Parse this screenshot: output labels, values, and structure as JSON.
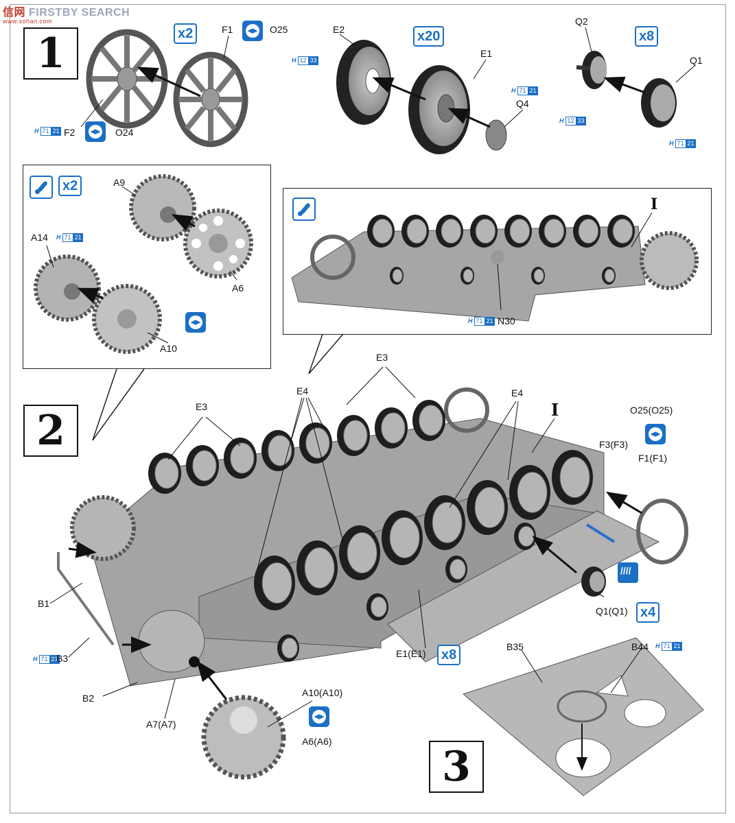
{
  "watermark": {
    "site": "FIRSTBY SEARCH",
    "cn": "信网",
    "url": "www.sohan.com"
  },
  "steps": {
    "s1": "1",
    "s2": "2",
    "s3": "3"
  },
  "labels": {
    "F1": "F1",
    "O25": "O25",
    "F2": "F2",
    "O24": "O24",
    "E2": "E2",
    "E1": "E1",
    "Q4": "Q4",
    "Q2": "Q2",
    "Q1": "Q1",
    "A9": "A9",
    "A14": "A14",
    "A6": "A6",
    "A10": "A10",
    "I_callout": "I",
    "N30": "N30",
    "E3a": "E3",
    "E3b": "E3",
    "E4a": "E4",
    "E4b": "E4",
    "I_main": "I",
    "O25p": "O25(O25)",
    "F3p": "F3(F3)",
    "F1p": "F1(F1)",
    "B1": "B1",
    "B3": "B3",
    "B2": "B2",
    "A7p": "A7(A7)",
    "A10p": "A10(A10)",
    "A6p": "A6(A6)",
    "Q1p": "Q1(Q1)",
    "E1p": "E1(E1)",
    "B35": "B35",
    "B44": "B44"
  },
  "multipliers": {
    "m1": "x2",
    "m2": "x20",
    "m3": "x8",
    "m4": "x2",
    "m5": "x4",
    "m6": "x8"
  },
  "paint_chips": {
    "c1": {
      "h": "H",
      "a": "71",
      "b": "21"
    },
    "c2": {
      "h": "H",
      "a": "12",
      "b": "33"
    },
    "c3": {
      "h": "H",
      "a": "71",
      "b": "21"
    },
    "c4": {
      "h": "H",
      "a": "12",
      "b": "33"
    },
    "c5": {
      "h": "H",
      "a": "71",
      "b": "21"
    },
    "c6": {
      "h": "H",
      "a": "71",
      "b": "21"
    },
    "c7": {
      "h": "H",
      "a": "71",
      "b": "21"
    },
    "c8": {
      "h": "H",
      "a": "71",
      "b": "21"
    },
    "c9": {
      "h": "H",
      "a": "71",
      "b": "21"
    }
  },
  "icons": [
    "symmetric-assembly-icon",
    "paint-brush-icon",
    "tape-mask-icon"
  ],
  "colors": {
    "accent": "#1b6fc4",
    "part_gray": "#a8a8a8",
    "rubber": "#222222"
  }
}
